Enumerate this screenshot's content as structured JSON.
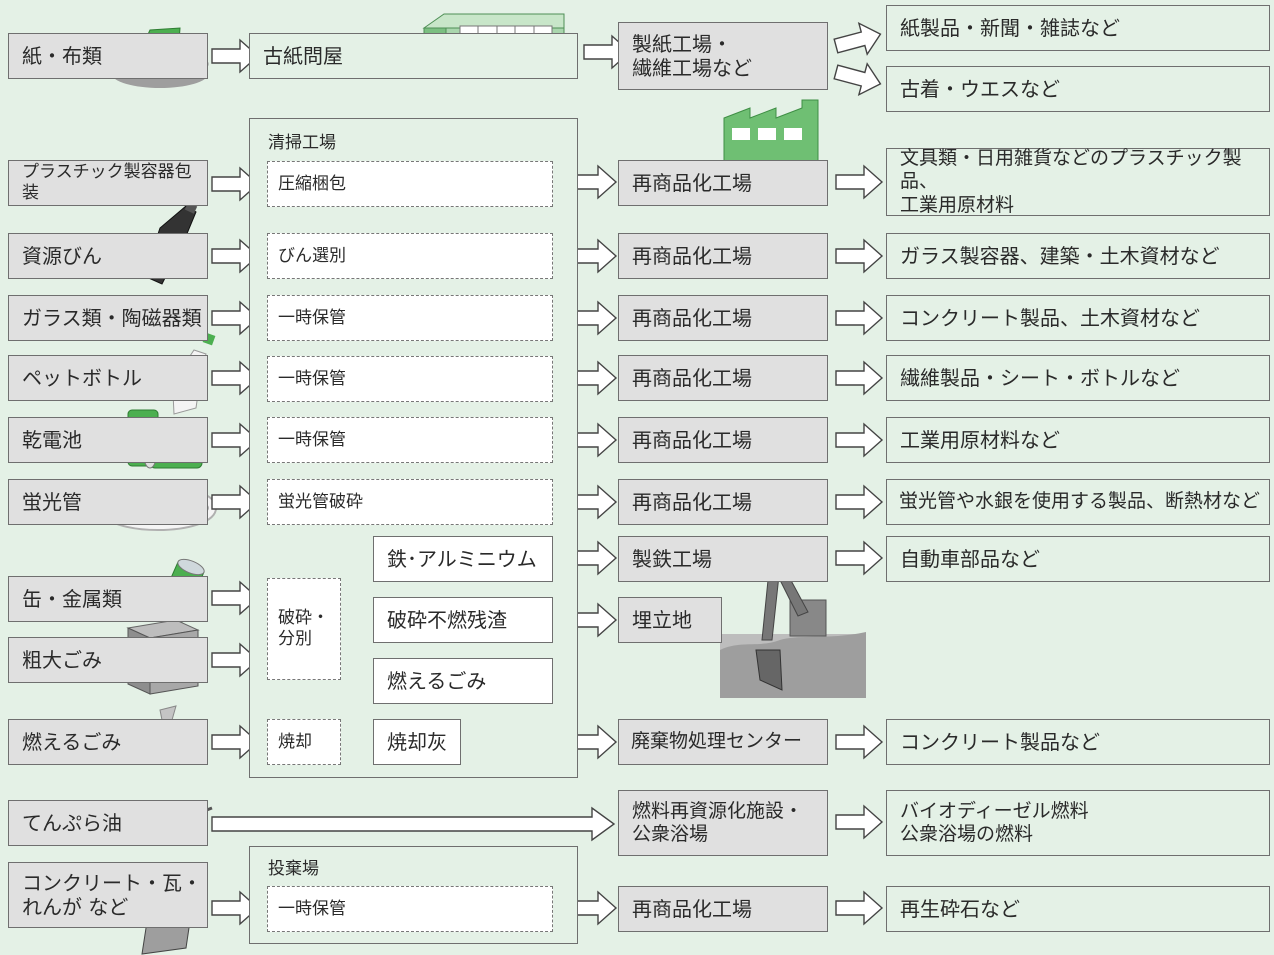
{
  "sources": {
    "paper": "紙・布類",
    "plastic": "プラスチック製容器包装",
    "bottles": "資源びん",
    "glass": "ガラス類・陶磁器類",
    "pet": "ペットボトル",
    "battery": "乾電池",
    "fluorescent": "蛍光管",
    "cans": "缶・金属類",
    "bulky": "粗大ごみ",
    "burnable": "燃えるごみ",
    "oil": "てんぷら油",
    "concrete": "コンクリート・瓦・\nれんが など"
  },
  "middle": {
    "wastepaper": "古紙問屋",
    "facility_title": "清掃工場",
    "compress": "圧縮梱包",
    "bottle_sort": "びん選別",
    "temp1": "一時保管",
    "temp2": "一時保管",
    "temp3": "一時保管",
    "fluorescent_crush": "蛍光管破砕",
    "crush_sort": "破砕・\n分別",
    "iron_al": "鉄･アルミニウム",
    "residue": "破砕不燃残渣",
    "burn_waste": "燃えるごみ",
    "incinerate": "焼却",
    "ash": "焼却灰",
    "dump_title": "投棄場",
    "temp4": "一時保管"
  },
  "processors": {
    "paper_mill": "製紙工場・\n繊維工場など",
    "recycle1": "再商品化工場",
    "recycle2": "再商品化工場",
    "recycle3": "再商品化工場",
    "recycle4": "再商品化工場",
    "recycle5": "再商品化工場",
    "recycle6": "再商品化工場",
    "steel": "製鉄工場",
    "landfill": "埋立地",
    "waste_center": "廃棄物処理センター",
    "fuel": "燃料再資源化施設・\n公衆浴場",
    "recycle7": "再商品化工場"
  },
  "products": {
    "paper_products": "紙製品・新聞・雑誌など",
    "clothes": "古着・ウエスなど",
    "plastic_products": "文具類・日用雑貨などのプラスチック製品、\n工業用原材料",
    "glass_products": "ガラス製容器、建築・土木資材など",
    "concrete_products": "コンクリート製品、土木資材など",
    "fiber_products": "繊維製品・シート・ボトルなど",
    "industrial": "工業用原材料など",
    "mercury": "蛍光管や水銀を使用する製品、断熱材など",
    "auto_parts": "自動車部品など",
    "concrete_goods": "コンクリート製品など",
    "biodiesel": "バイオディーゼル燃料\n公衆浴場の燃料",
    "gravel": "再生砕石など"
  },
  "colors": {
    "background": "#e4f1e6",
    "box_gray": "#e0e0e0",
    "illustration_green": "#4caf50"
  }
}
